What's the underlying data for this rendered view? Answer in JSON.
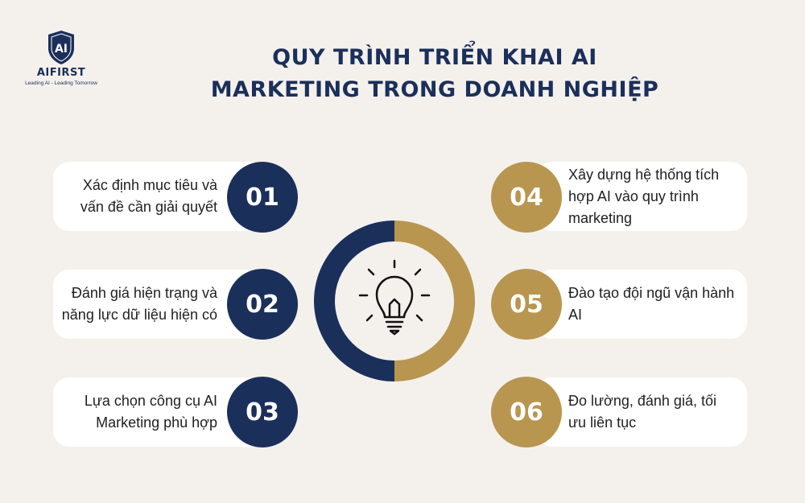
{
  "brand": {
    "name": "AIFIRST",
    "emblem_text": "AI",
    "tagline": "Leading AI - Leading Tomorrow"
  },
  "title": {
    "line1": "QUY TRÌNH TRIỂN KHAI AI",
    "line2": "MARKETING TRONG DOANH NGHIỆP"
  },
  "steps": [
    {
      "number": "01",
      "text": "Xác định mục tiêu và vấn đề cần giải quyết"
    },
    {
      "number": "02",
      "text": "Đánh giá hiện trạng và năng lực dữ liệu hiện có"
    },
    {
      "number": "03",
      "text": "Lựa chọn công cụ AI Marketing phù hợp"
    },
    {
      "number": "04",
      "text": "Xây dựng hệ thống tích hợp AI vào quy trình marketing"
    },
    {
      "number": "05",
      "text": "Đào tạo đội ngũ vận hành AI"
    },
    {
      "number": "06",
      "text": "Đo lường, đánh giá, tối ưu liên tục"
    }
  ],
  "center_icon": "lightbulb-icon",
  "colors": {
    "navy": "#1b2f5b",
    "gold": "#b89650",
    "background": "#f4f1ec",
    "card": "#ffffff"
  }
}
